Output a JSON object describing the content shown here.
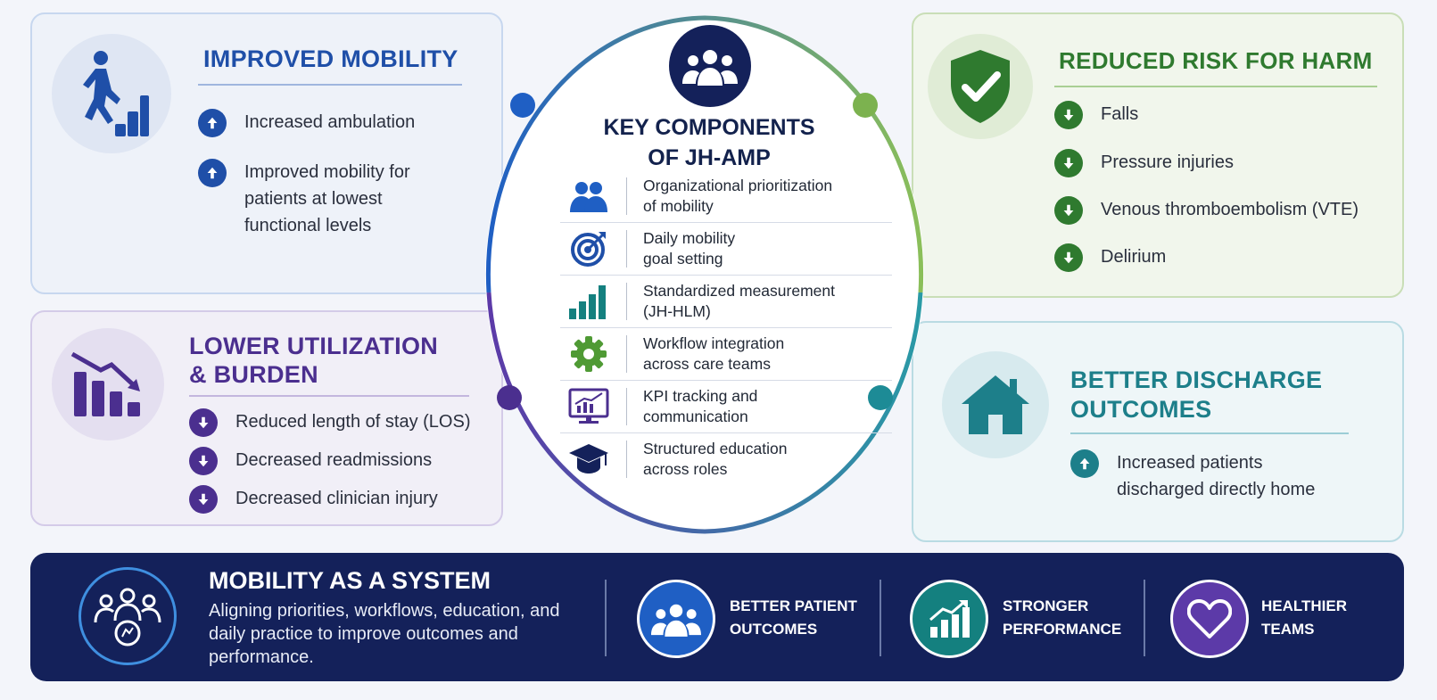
{
  "mobility": {
    "title": "IMPROVED MOBILITY",
    "items": [
      "Increased ambulation",
      "Improved mobility for patients at lowest functional levels"
    ],
    "color": "#1f4fa8"
  },
  "utilization": {
    "title_line1": "LOWER UTILIZATION",
    "title_line2": "& BURDEN",
    "items": [
      "Reduced length of stay (LOS)",
      "Decreased readmissions",
      "Decreased clinician injury"
    ],
    "color": "#4b2f8f"
  },
  "harm": {
    "title": "REDUCED RISK FOR HARM",
    "items": [
      "Falls",
      "Pressure injuries",
      "Venous thromboembolism (VTE)",
      "Delirium"
    ],
    "color": "#2f7a2f"
  },
  "discharge": {
    "title_line1": "BETTER DISCHARGE",
    "title_line2": "OUTCOMES",
    "items": [
      "Increased patients discharged directly home"
    ],
    "color": "#1d7f8a"
  },
  "center": {
    "title_line1": "KEY COMPONENTS",
    "title_line2": "OF JH-AMP",
    "components": [
      {
        "icon": "people-icon",
        "line1": "Organizational prioritization",
        "line2": "of mobility"
      },
      {
        "icon": "target-icon",
        "line1": "Daily mobility",
        "line2": "goal setting"
      },
      {
        "icon": "bar-chart-icon",
        "line1": "Standardized measurement",
        "line2": "(JH-HLM)"
      },
      {
        "icon": "gear-icon",
        "line1": "Workflow integration",
        "line2": "across care teams"
      },
      {
        "icon": "monitor-chart-icon",
        "line1": "KPI tracking and",
        "line2": "communication"
      },
      {
        "icon": "graduation-cap-icon",
        "line1": "Structured education",
        "line2": "across roles"
      }
    ]
  },
  "system": {
    "title": "MOBILITY AS A SYSTEM",
    "description": "Aligning priorities, workflows, education, and daily practice to improve outcomes and performance.",
    "outcomes": [
      {
        "icon": "people-icon",
        "line1": "BETTER PATIENT",
        "line2": "OUTCOMES",
        "color": "#1f5fc4"
      },
      {
        "icon": "growth-chart-icon",
        "line1": "STRONGER",
        "line2": "PERFORMANCE",
        "color": "#14807f"
      },
      {
        "icon": "heart-icon",
        "line1": "HEALTHIER",
        "line2": "TEAMS",
        "color": "#5c3aa8"
      }
    ]
  }
}
